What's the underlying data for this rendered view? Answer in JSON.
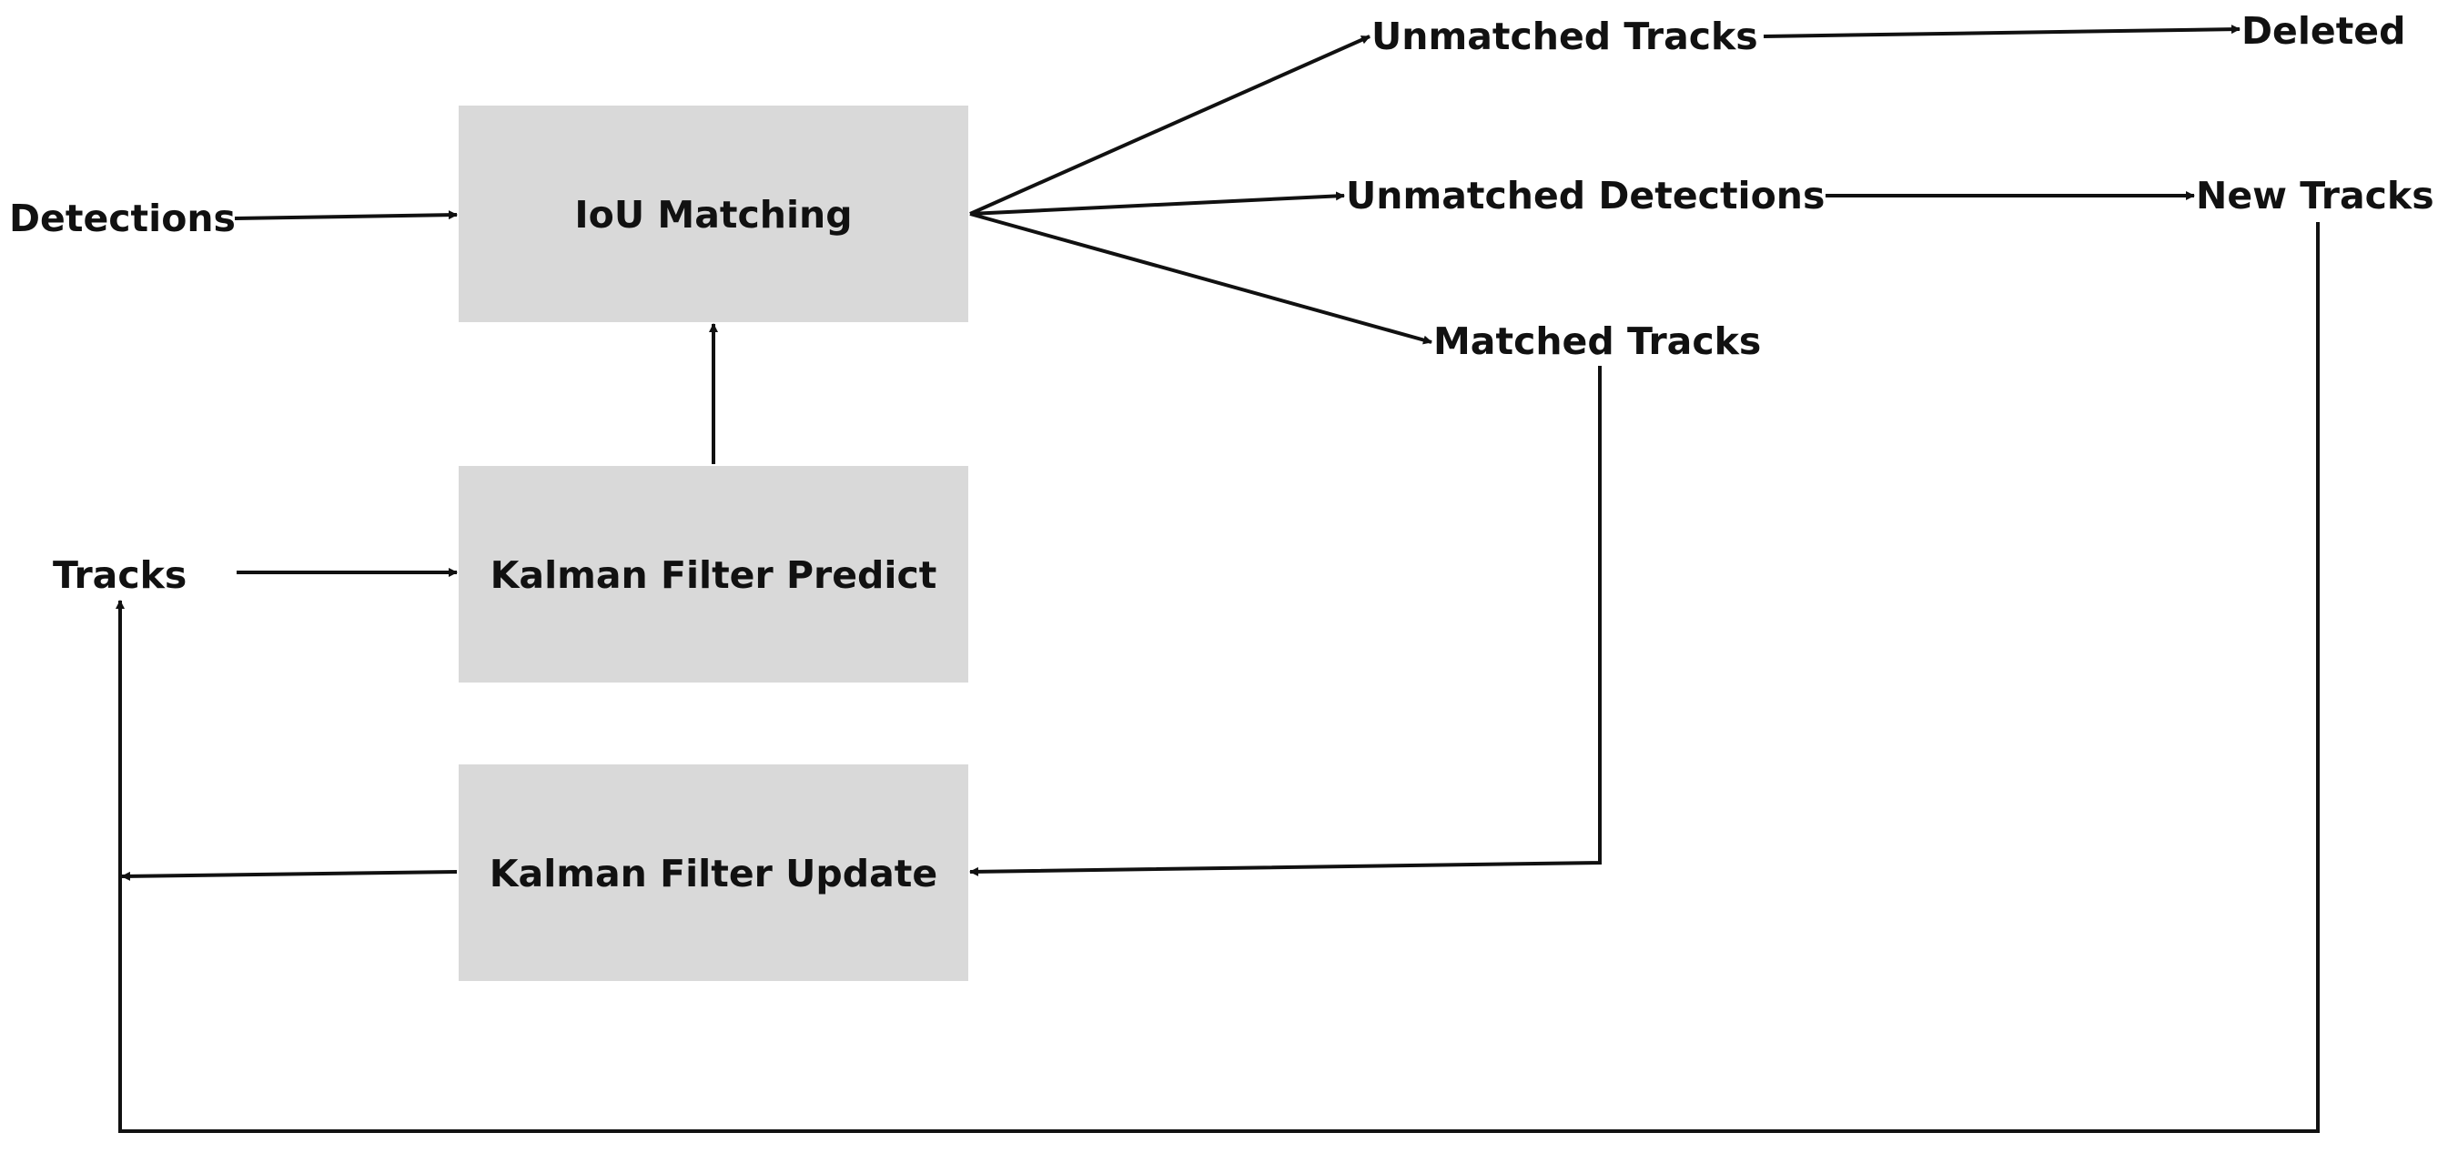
{
  "colors": {
    "box_fill": "#d9d9d9",
    "line": "#111111",
    "text": "#111111",
    "background": "#ffffff"
  },
  "nodes": {
    "detections": "Detections",
    "tracks": "Tracks",
    "iou_matching": "IoU Matching",
    "kf_predict": "Kalman Filter Predict",
    "kf_update": "Kalman Filter Update",
    "unmatched_tracks": "Unmatched Tracks",
    "unmatched_detections": "Unmatched Detections",
    "matched_tracks": "Matched Tracks",
    "deleted": "Deleted",
    "new_tracks": "New Tracks"
  }
}
